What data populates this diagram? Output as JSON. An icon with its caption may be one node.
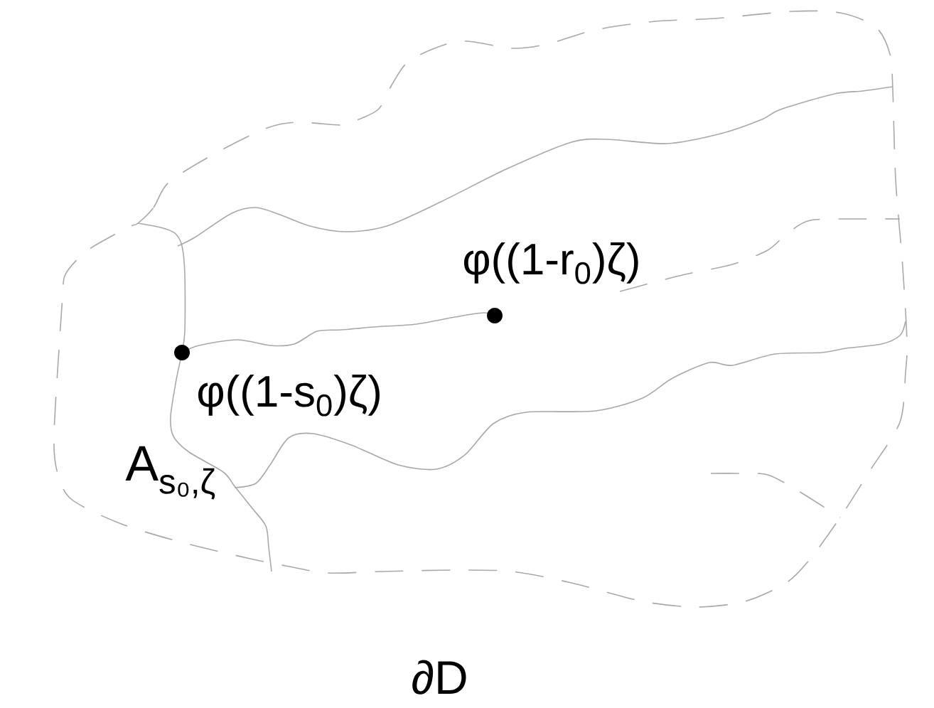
{
  "diagram": {
    "labels": [
      "φ((1-r$_{0}$)ζ)",
      "φ((1-s$_{0}$)ζ)",
      "A$_{s₀,ζ}$",
      "∂D"
    ]
  }
}
